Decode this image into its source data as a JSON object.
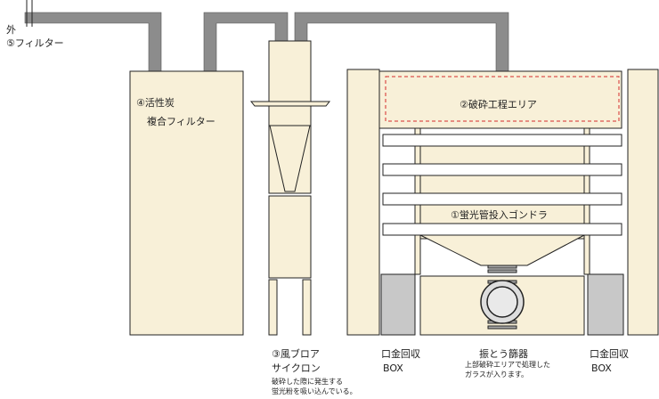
{
  "labels": {
    "outside": "外",
    "filter5": "⑤フィルター",
    "carbon_line1": "④活性炭",
    "carbon_line2": "複合フィルター",
    "crushing_area": "②破砕工程エリア",
    "gondola": "①蛍光管投入ゴンドラ",
    "blower_line1": "③風ブロア",
    "blower_line2": "サイクロン",
    "blower_note_line1": "破砕した際に発生する",
    "blower_note_line2": "蛍光粉を吸い込んでいる。",
    "base_box_left_line1": "口金回収",
    "base_box_left_line2": "BOX",
    "sieve_line1": "振とう篩器",
    "sieve_note_line1": "上部破砕エリアで処理した",
    "sieve_note_line2": "ガラスが入ります。",
    "base_box_right_line1": "口金回収",
    "base_box_right_line2": "BOX"
  },
  "colors": {
    "cream": "#f8f0d8",
    "outline": "#222222",
    "duct": "#8c8c8c",
    "dashed_area": "#d42a2a",
    "gray_box": "#c8c8c8"
  }
}
